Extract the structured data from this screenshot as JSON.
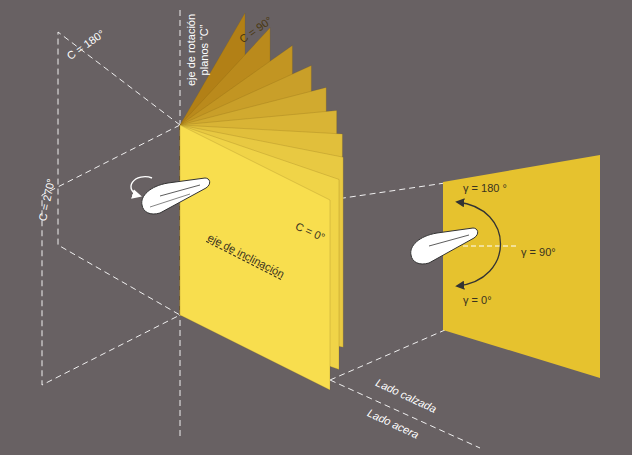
{
  "diagram": {
    "nodes": [
      {
        "text": [
          "γ = 180 °",
          "γ = 90°",
          "γ = 0°"
        ]
      }
    ],
    "labels": [
      "C = 180°",
      "C = 270°",
      "eje de rotación planos “C”",
      "C = 90°",
      "C = 0°",
      "eje de inclinación",
      "Lado calzada",
      "Lado acera"
    ]
  }
}
